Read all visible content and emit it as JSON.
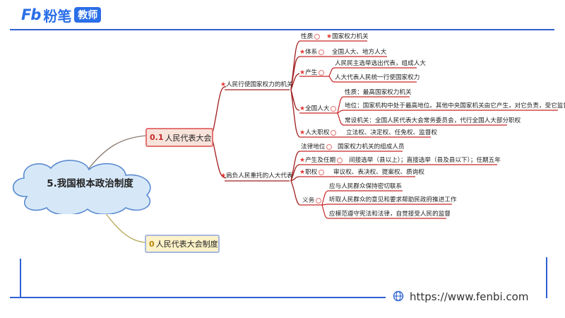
{
  "header": {
    "logo_mark": "Fb",
    "logo_name": "粉笔",
    "logo_tag": "教师"
  },
  "central": {
    "title": "5.我国根本政治制度"
  },
  "node_congress": {
    "num": "0.1",
    "label": "人民代表大会"
  },
  "node_system": {
    "num": "0",
    "label": "人民代表大会制度"
  },
  "branch_a": {
    "label": "人民行使国家权力的机关",
    "items": {
      "nature_key": "性质",
      "nature_val": "国家权力机关",
      "system_key": "体系",
      "system_val": "全国人大、地方人大",
      "origin_key": "产生",
      "origin_1": "人民民主选举选出代表，组成人大",
      "origin_2": "人大代表人民统一行使国家权力",
      "npc_key": "全国人大",
      "npc_1": "性质：最高国家权力机关",
      "npc_2": "地位：国家机构中处于最高地位。其他中央国家机关由它产生，对它负责，受它监督。",
      "npc_3": "常设机关：全国人民代表大会常务委员会，代行全国人大部分职权",
      "powers_key": "人大职权",
      "powers_val": "立法权、决定权、任免权、监督权"
    }
  },
  "branch_b": {
    "label": "肩负人民重托的人大代表",
    "items": {
      "legal_key": "法律地位",
      "legal_val": "国家权力机关的组成人员",
      "term_key": "产生及任期",
      "term_val": "间接选举（县以上）；直接选举（县及县以下）；任期五年",
      "rights_key": "职权",
      "rights_val": "审议权、表决权、提案权、质询权",
      "duty_key": "义务",
      "duty_1": "应与人民群众保持密切联系",
      "duty_2": "听取人民群众的意见和要求帮助民政府推进工作",
      "duty_3": "应模范遵守宪法和法律，自觉接受人民的监督"
    }
  },
  "footer": {
    "url": "https://www.fenbi.com"
  },
  "colors": {
    "brand": "#2a6ee8",
    "accent_red": "#c62828",
    "frame": "#2f61d2",
    "cloud_fill": "#d6e8f8",
    "cloud_stroke": "#5b8bd0"
  }
}
